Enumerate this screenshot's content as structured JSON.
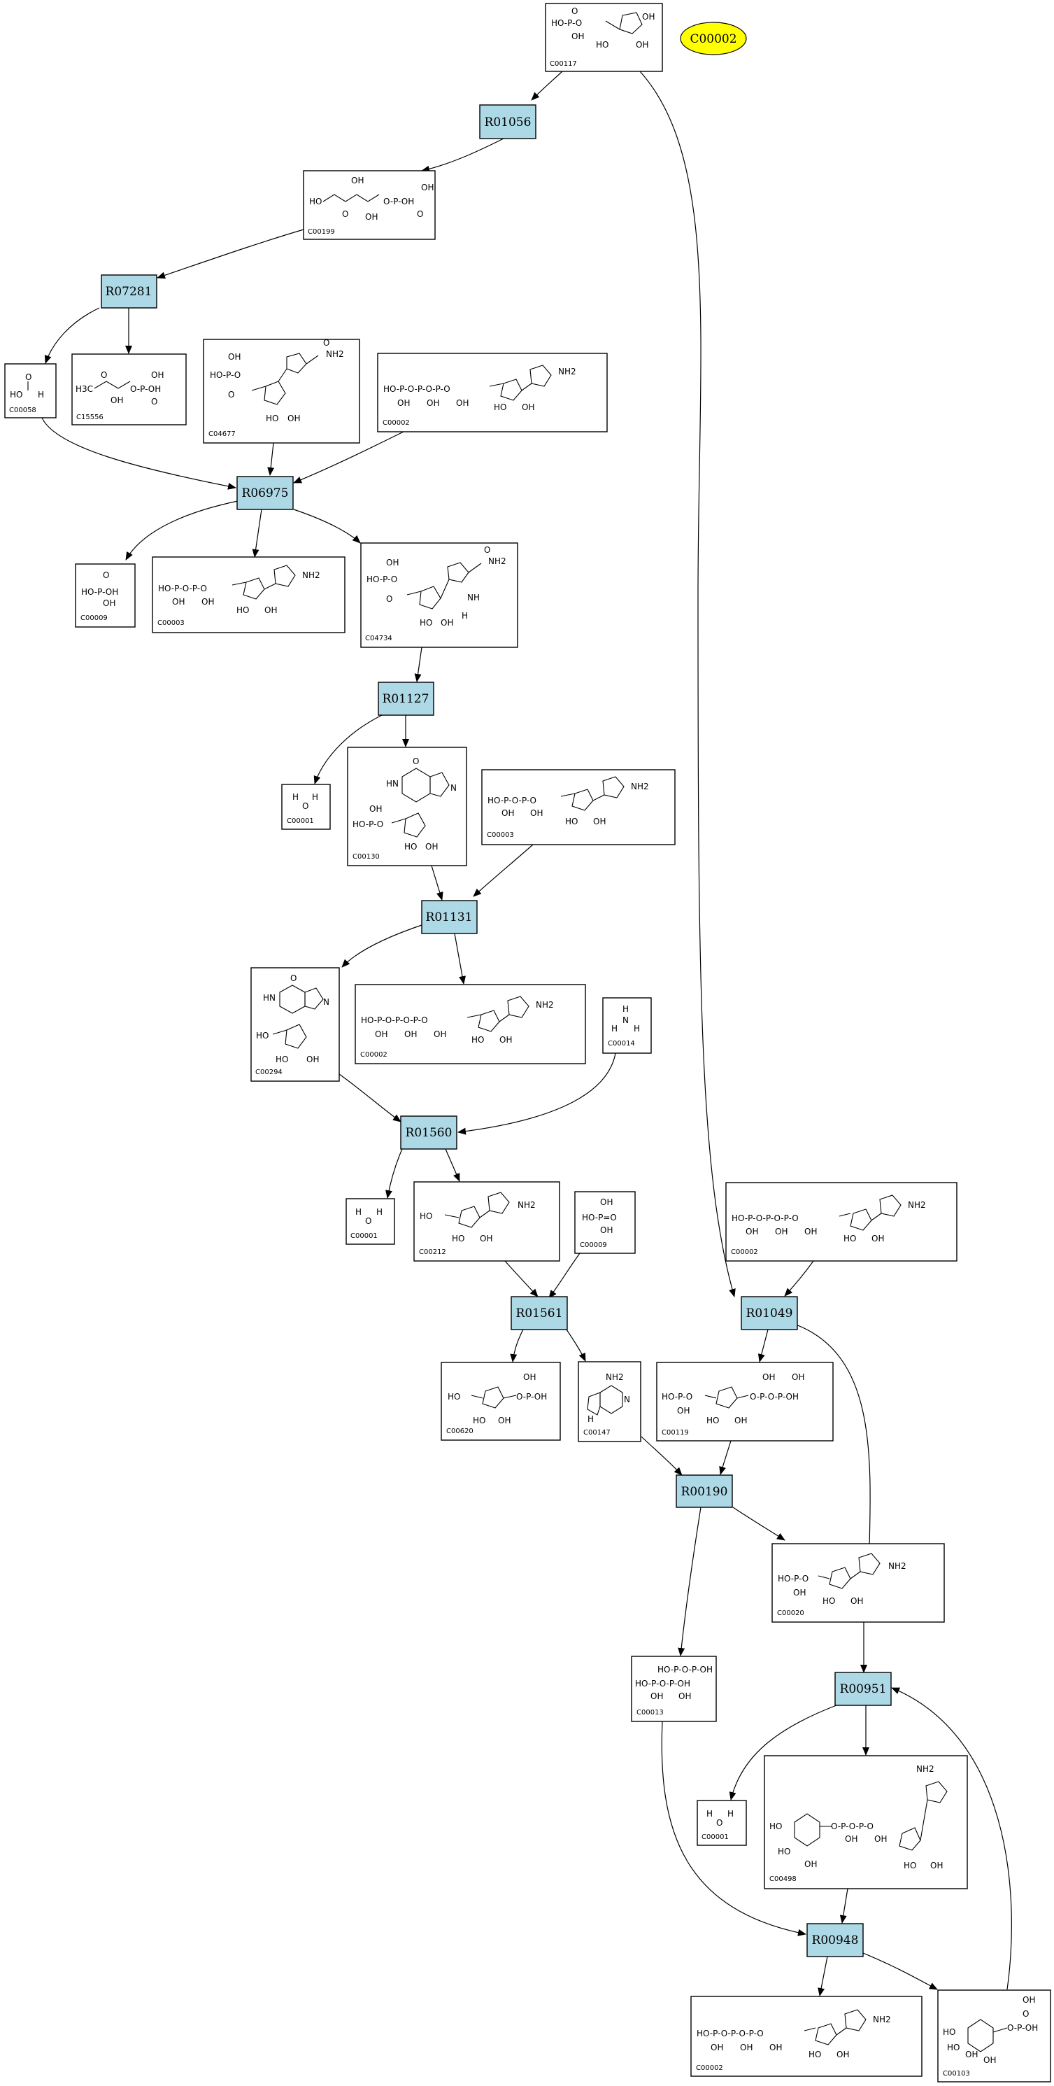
{
  "diagram": {
    "highlight": {
      "label": "C00002",
      "color": "#ffff00"
    },
    "colors": {
      "reaction_fill": "#add8e6",
      "compound_fill": "#ffffff",
      "stroke": "#000000"
    },
    "reactions": [
      {
        "id": "R01056",
        "label": "R01056"
      },
      {
        "id": "R07281",
        "label": "R07281"
      },
      {
        "id": "R06975",
        "label": "R06975"
      },
      {
        "id": "R01127",
        "label": "R01127"
      },
      {
        "id": "R01131",
        "label": "R01131"
      },
      {
        "id": "R01560",
        "label": "R01560"
      },
      {
        "id": "R01561",
        "label": "R01561"
      },
      {
        "id": "R01049",
        "label": "R01049"
      },
      {
        "id": "R00190",
        "label": "R00190"
      },
      {
        "id": "R00951",
        "label": "R00951"
      },
      {
        "id": "R00948",
        "label": "R00948"
      }
    ],
    "compounds": [
      {
        "id": "c117",
        "label": "C00117",
        "structure": [
          "HO-P-O",
          "OH",
          "O",
          "OH",
          "HO",
          "OH"
        ]
      },
      {
        "id": "c199",
        "label": "C00199",
        "structure": [
          "HO",
          "OH",
          "O",
          "OH",
          "OH",
          "O-P-OH",
          "O"
        ]
      },
      {
        "id": "c058",
        "label": "C00058",
        "structure": [
          "O",
          "HO",
          "H"
        ]
      },
      {
        "id": "c15556",
        "label": "C15556",
        "structure": [
          "H3C",
          "O",
          "OH",
          "OH",
          "O-P-OH",
          "O"
        ]
      },
      {
        "id": "c4677",
        "label": "C04677",
        "structure": [
          "OH",
          "HO-P-O",
          "O",
          "NH2",
          "HO",
          "OH",
          "O"
        ]
      },
      {
        "id": "c0002a",
        "label": "C00002",
        "structure": [
          "HO-P-O-P-O-P-O",
          "OH",
          "OH",
          "OH",
          "NH2",
          "HO",
          "OH"
        ]
      },
      {
        "id": "c0009a",
        "label": "C00009",
        "structure": [
          "O",
          "HO-P-OH",
          "OH"
        ]
      },
      {
        "id": "c0003a",
        "label": "C00003",
        "structure": [
          "HO-P-O-P-O",
          "OH",
          "OH",
          "NH2",
          "HO",
          "OH"
        ]
      },
      {
        "id": "c4734",
        "label": "C04734",
        "structure": [
          "OH",
          "HO-P-O",
          "O",
          "NH2",
          "O",
          "NH",
          "HO",
          "OH",
          "H"
        ]
      },
      {
        "id": "c0001a",
        "label": "C00001",
        "structure": [
          "H",
          "H",
          "O"
        ]
      },
      {
        "id": "c0130",
        "label": "C00130",
        "structure": [
          "O",
          "HN",
          "N",
          "HO-P-O",
          "OH",
          "HO",
          "OH"
        ]
      },
      {
        "id": "c0003b",
        "label": "C00003",
        "structure": [
          "HO-P-O-P-O",
          "OH",
          "OH",
          "NH2",
          "HO",
          "OH"
        ]
      },
      {
        "id": "c0294",
        "label": "C00294",
        "structure": [
          "O",
          "HN",
          "N",
          "HO",
          "HO",
          "OH"
        ]
      },
      {
        "id": "c0002b",
        "label": "C00002",
        "structure": [
          "HO-P-O-P-O-P-O",
          "OH",
          "OH",
          "OH",
          "NH2",
          "HO",
          "OH"
        ]
      },
      {
        "id": "c0014",
        "label": "C00014",
        "structure": [
          "H",
          "N",
          "H",
          "H"
        ]
      },
      {
        "id": "c0001b",
        "label": "C00001",
        "structure": [
          "H",
          "H",
          "O"
        ]
      },
      {
        "id": "c0212",
        "label": "C00212",
        "structure": [
          "HO",
          "NH2",
          "HO",
          "OH"
        ]
      },
      {
        "id": "c0009b",
        "label": "C00009",
        "structure": [
          "OH",
          "HO-P=O",
          "OH"
        ]
      },
      {
        "id": "c0002c",
        "label": "C00002",
        "structure": [
          "HO-P-O-P-O-P-O",
          "OH",
          "OH",
          "OH",
          "NH2",
          "HO",
          "OH"
        ]
      },
      {
        "id": "c0620",
        "label": "C00620",
        "structure": [
          "HO",
          "O-P-OH",
          "OH",
          "HO",
          "OH"
        ]
      },
      {
        "id": "c0147",
        "label": "C00147",
        "structure": [
          "NH2",
          "N",
          "H"
        ]
      },
      {
        "id": "c0119",
        "label": "C00119",
        "structure": [
          "HO-P-O",
          "OH",
          "O-P-O-P-OH",
          "OH",
          "OH",
          "HO",
          "OH"
        ]
      },
      {
        "id": "c0020",
        "label": "C00020",
        "structure": [
          "HO-P-O",
          "OH",
          "NH2",
          "HO",
          "OH"
        ]
      },
      {
        "id": "c0013",
        "label": "C00013",
        "structure": [
          "HO-P-O-P-OH",
          "OH",
          "OH"
        ]
      },
      {
        "id": "c0001c",
        "label": "C00001",
        "structure": [
          "H",
          "H",
          "O"
        ]
      },
      {
        "id": "c0498",
        "label": "C00498",
        "structure": [
          "NH2",
          "HO",
          "O-P-O-P-O",
          "OH",
          "OH",
          "HO",
          "OH",
          "HO",
          "OH"
        ]
      },
      {
        "id": "c0002d",
        "label": "C00002",
        "structure": [
          "HO-P-O-P-O-P-O",
          "OH",
          "OH",
          "OH",
          "NH2",
          "HO",
          "OH"
        ]
      },
      {
        "id": "c0103",
        "label": "C00103",
        "structure": [
          "OH",
          "O-P-OH",
          "O",
          "HO",
          "HO",
          "OH",
          "OH"
        ]
      }
    ]
  }
}
